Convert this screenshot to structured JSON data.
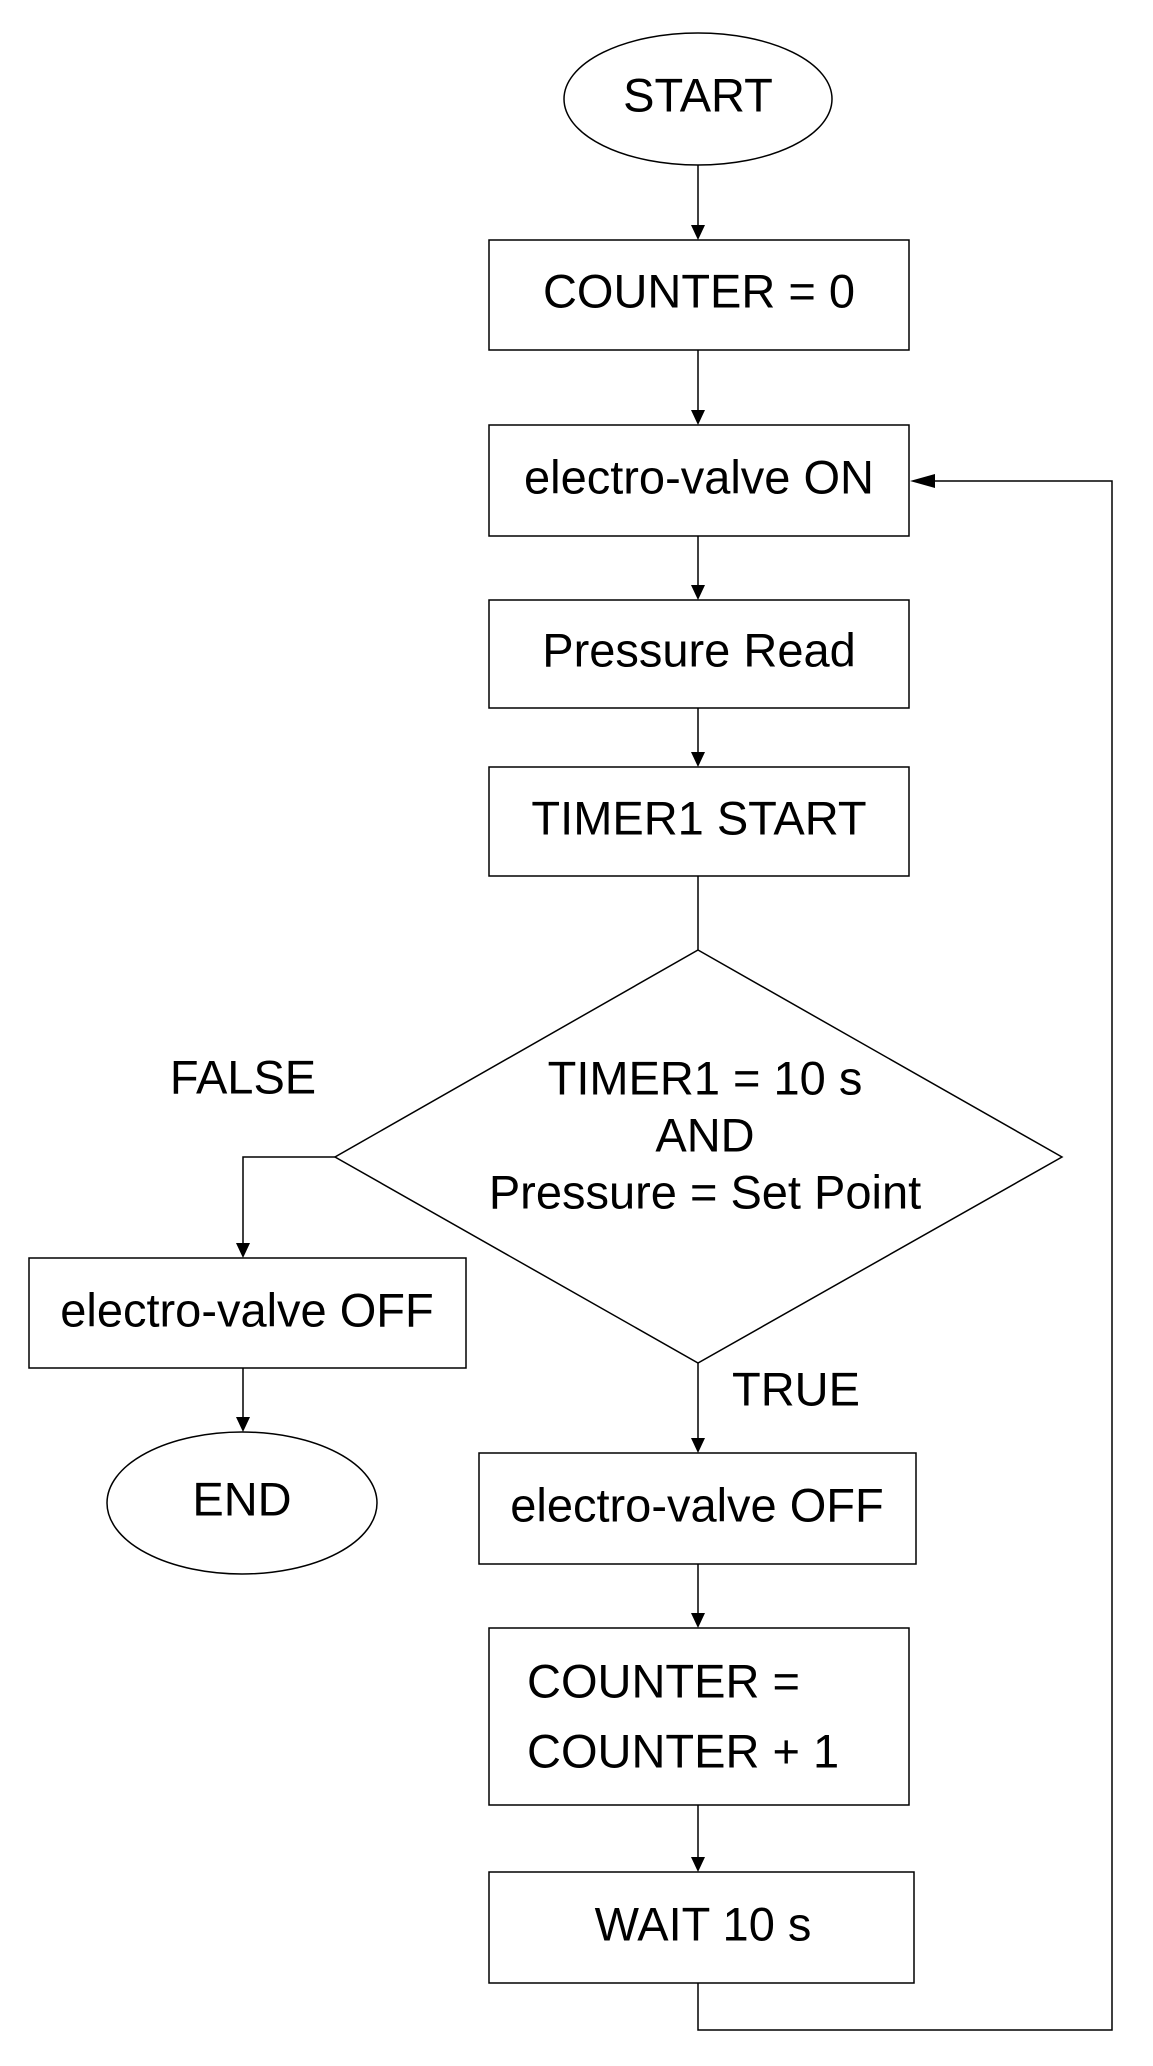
{
  "nodes": {
    "start": "START",
    "counter_init": "COUNTER = 0",
    "valve_on": "electro-valve ON",
    "pressure_read": "Pressure Read",
    "timer_start": "TIMER1 START",
    "decision": [
      "TIMER1 = 10 s",
      "AND",
      "Pressure = Set Point"
    ],
    "valve_off_false": "electro-valve OFF",
    "end": "END",
    "valve_off_true": "electro-valve OFF",
    "counter_inc": [
      "COUNTER =",
      "COUNTER + 1"
    ],
    "wait": "WAIT 10 s"
  },
  "branches": {
    "false": "FALSE",
    "true": "TRUE"
  }
}
